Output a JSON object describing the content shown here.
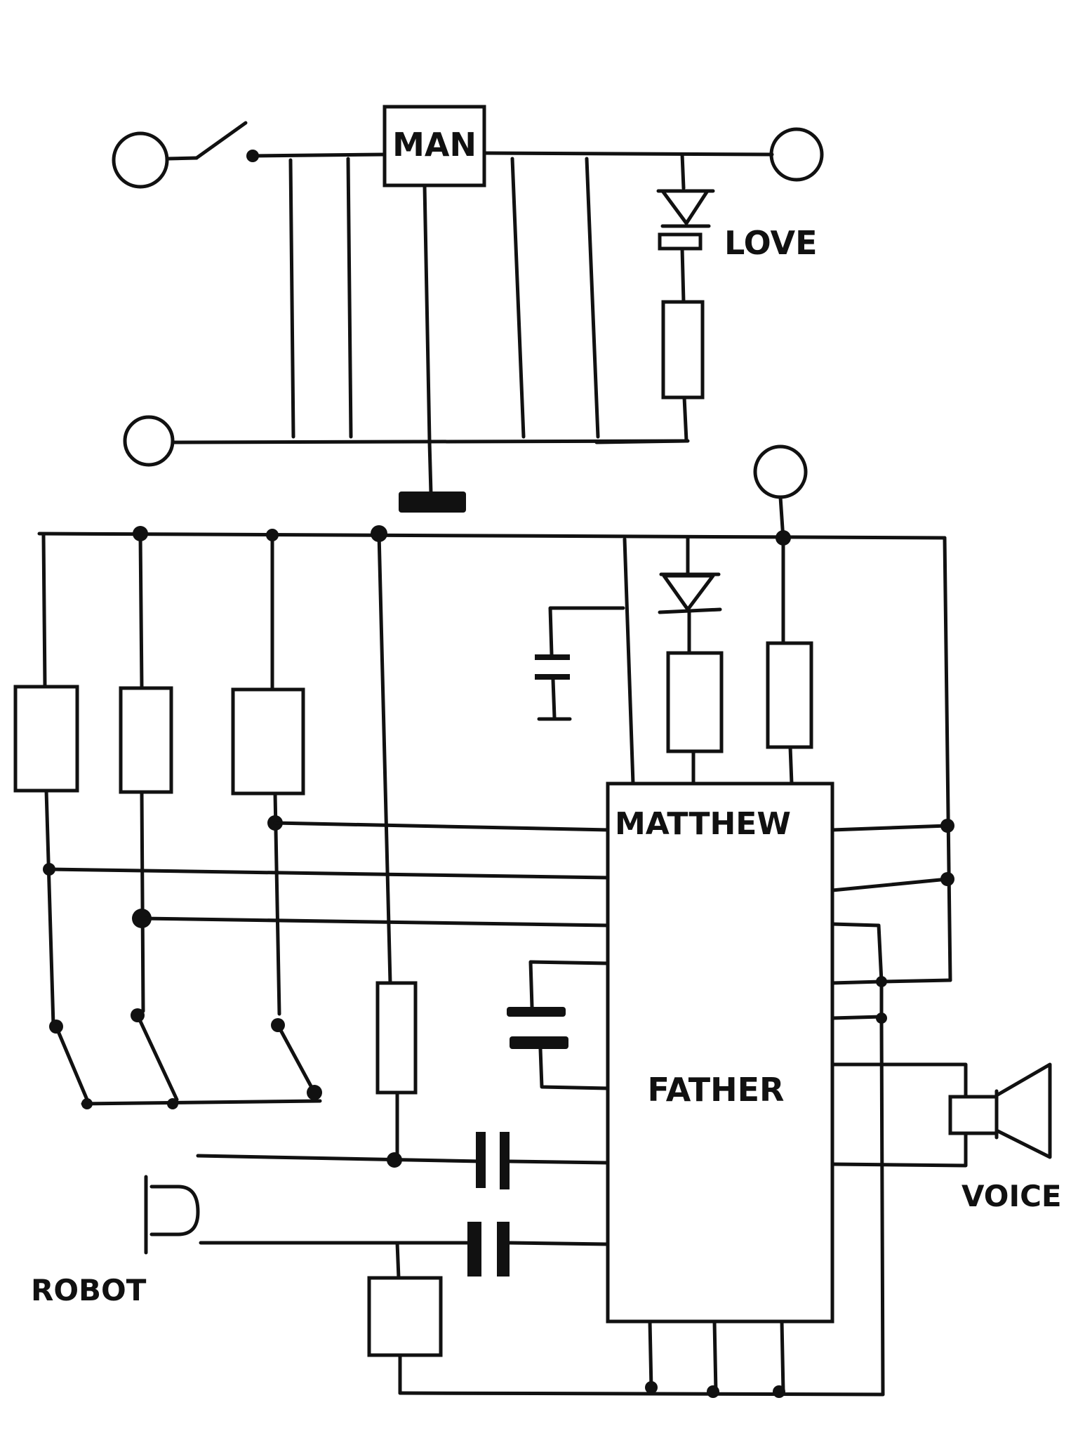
{
  "labels": {
    "man": "MAN",
    "love": "LOVE",
    "matthew": "MATTHEW",
    "father": "FATHER",
    "voice": "VOICE",
    "robot": "ROBOT"
  },
  "colors": {
    "ink": "#111111",
    "paper": "#ffffff"
  }
}
